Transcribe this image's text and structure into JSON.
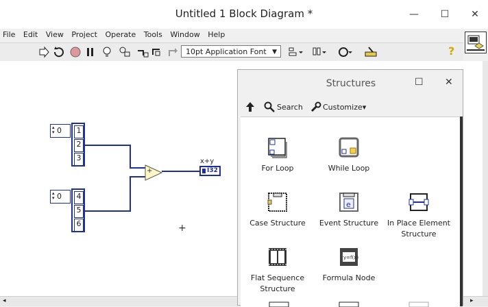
{
  "window": {
    "title": "Untitled 1 Block Diagram *"
  },
  "menu": [
    "File",
    "Edit",
    "View",
    "Project",
    "Operate",
    "Tools",
    "Window",
    "Help"
  ],
  "toolbar": {
    "font": "10pt Application Font"
  },
  "diagram": {
    "array_a": {
      "index": "0",
      "elements": [
        "1",
        "2",
        "3"
      ]
    },
    "array_b": {
      "index": "0",
      "elements": [
        "4",
        "5",
        "6"
      ]
    },
    "add_label": "+",
    "indicator_label": "x+y",
    "indicator_type": "I32"
  },
  "palette": {
    "title": "Structures",
    "search": "Search",
    "customize": "Customize",
    "items": [
      {
        "label": "For Loop"
      },
      {
        "label": "While Loop"
      },
      {
        "label": ""
      },
      {
        "label": "Case Structure"
      },
      {
        "label": "Event Structure"
      },
      {
        "label": "In Place Element Structure"
      },
      {
        "label": "Flat Sequence Structure"
      },
      {
        "label": "Formula Node"
      }
    ]
  },
  "colors": {
    "wire": "#1d2f9e",
    "add_node": "#fdf7c3",
    "accent": "#000080"
  }
}
